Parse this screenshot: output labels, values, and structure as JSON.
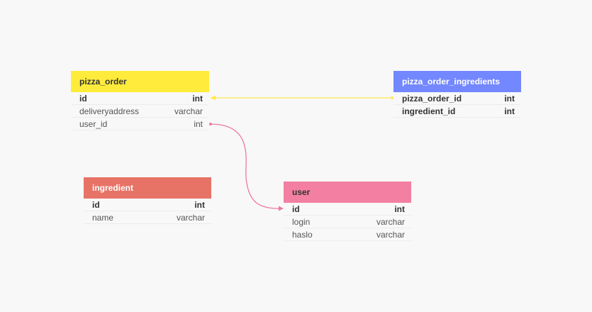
{
  "colors": {
    "background": "#f8f8f8",
    "pizza_order_header": "#ffeb3b",
    "pizza_order_ingredients_header": "#7387ff",
    "ingredient_header": "#e77366",
    "user_header": "#f37fa2",
    "fk_line_yellow": "#ffe84d",
    "fk_line_pink": "#ec7a9d"
  },
  "tables": {
    "pizza_order": {
      "name": "pizza_order",
      "columns": [
        {
          "name": "id",
          "type": "int"
        },
        {
          "name": "deliveryaddress",
          "type": "varchar"
        },
        {
          "name": "user_id",
          "type": "int"
        }
      ]
    },
    "pizza_order_ingredients": {
      "name": "pizza_order_ingredients",
      "columns": [
        {
          "name": "pizza_order_id",
          "type": "int"
        },
        {
          "name": "ingredient_id",
          "type": "int"
        }
      ]
    },
    "ingredient": {
      "name": "ingredient",
      "columns": [
        {
          "name": "id",
          "type": "int"
        },
        {
          "name": "name",
          "type": "varchar"
        }
      ]
    },
    "user": {
      "name": "user",
      "columns": [
        {
          "name": "id",
          "type": "int"
        },
        {
          "name": "login",
          "type": "varchar"
        },
        {
          "name": "haslo",
          "type": "varchar"
        }
      ]
    }
  }
}
